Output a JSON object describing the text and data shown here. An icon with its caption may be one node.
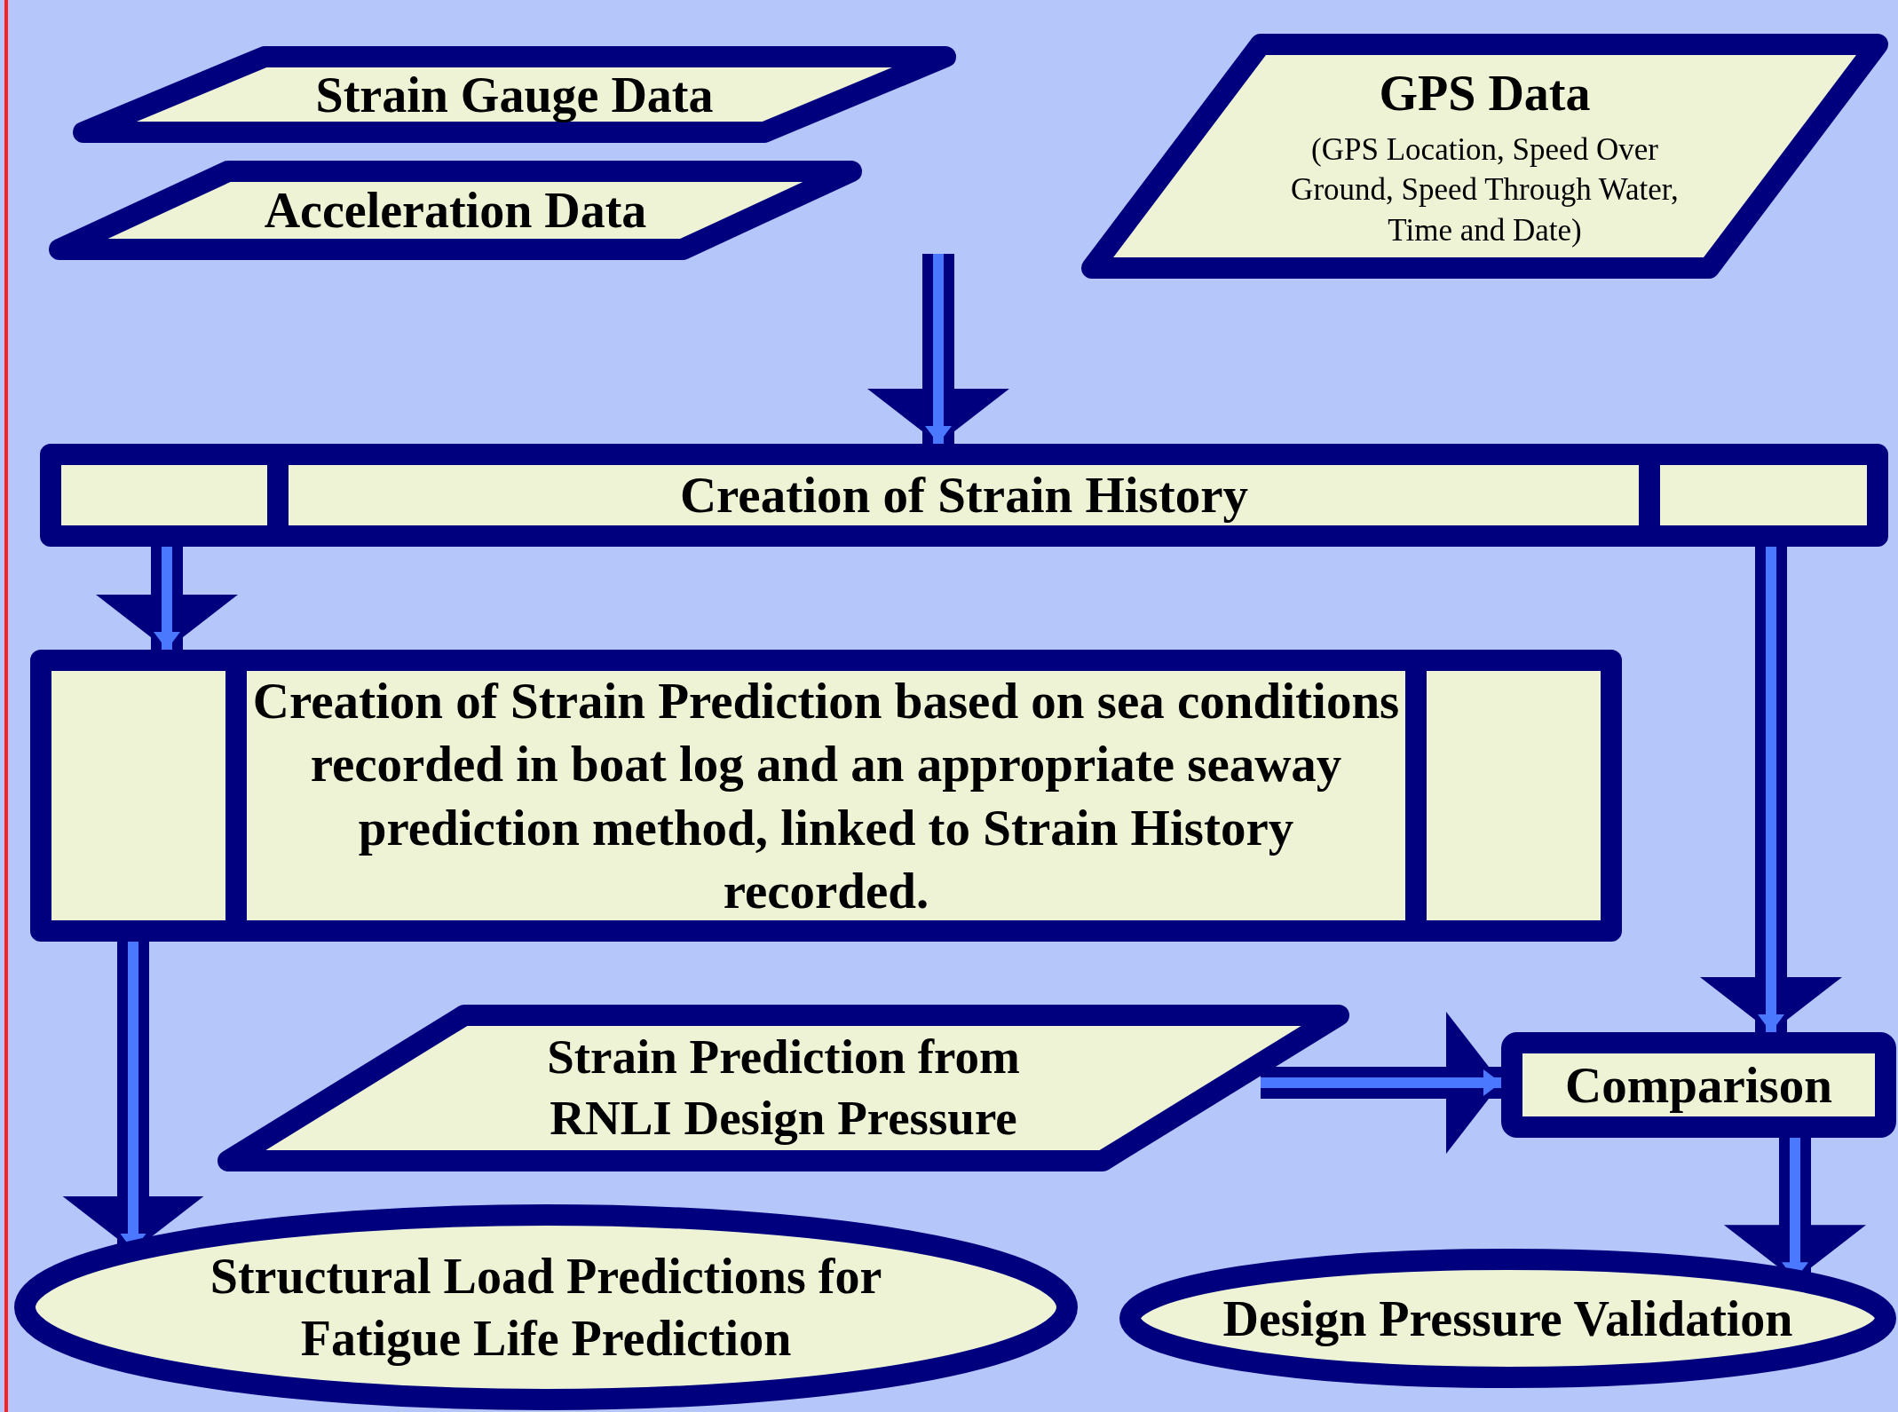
{
  "diagram": {
    "nodes": [
      {
        "text": [
          "Strain Gauge Data"
        ]
      },
      {
        "text": [
          "Acceleration Data"
        ]
      },
      {
        "text": [
          "GPS Data",
          "(GPS Location, Speed Over Ground, Speed Through Water, Time and Date)"
        ]
      },
      {
        "text": [
          "Creation of Strain History"
        ]
      },
      {
        "text": [
          "Creation of Strain Prediction based on sea conditions recorded in boat log and an appropriate seaway prediction method, linked to Strain History recorded."
        ]
      },
      {
        "text": [
          "Strain Prediction from RNLI Design Pressure"
        ]
      },
      {
        "text": [
          "Comparison"
        ]
      },
      {
        "text": [
          "Structural Load Predictions for Fatigue Life Prediction"
        ]
      },
      {
        "text": [
          "Design Pressure Validation"
        ]
      }
    ],
    "edges": [
      {
        "from": null,
        "to": 3,
        "arrow": "to"
      },
      {
        "from": 3,
        "to": 4,
        "arrow": "to"
      },
      {
        "from": 3,
        "to": 6,
        "arrow": "to"
      },
      {
        "from": 4,
        "to": 7,
        "arrow": "to"
      },
      {
        "from": 5,
        "to": 6,
        "arrow": "to"
      },
      {
        "from": 6,
        "to": 8,
        "arrow": "to"
      }
    ]
  }
}
